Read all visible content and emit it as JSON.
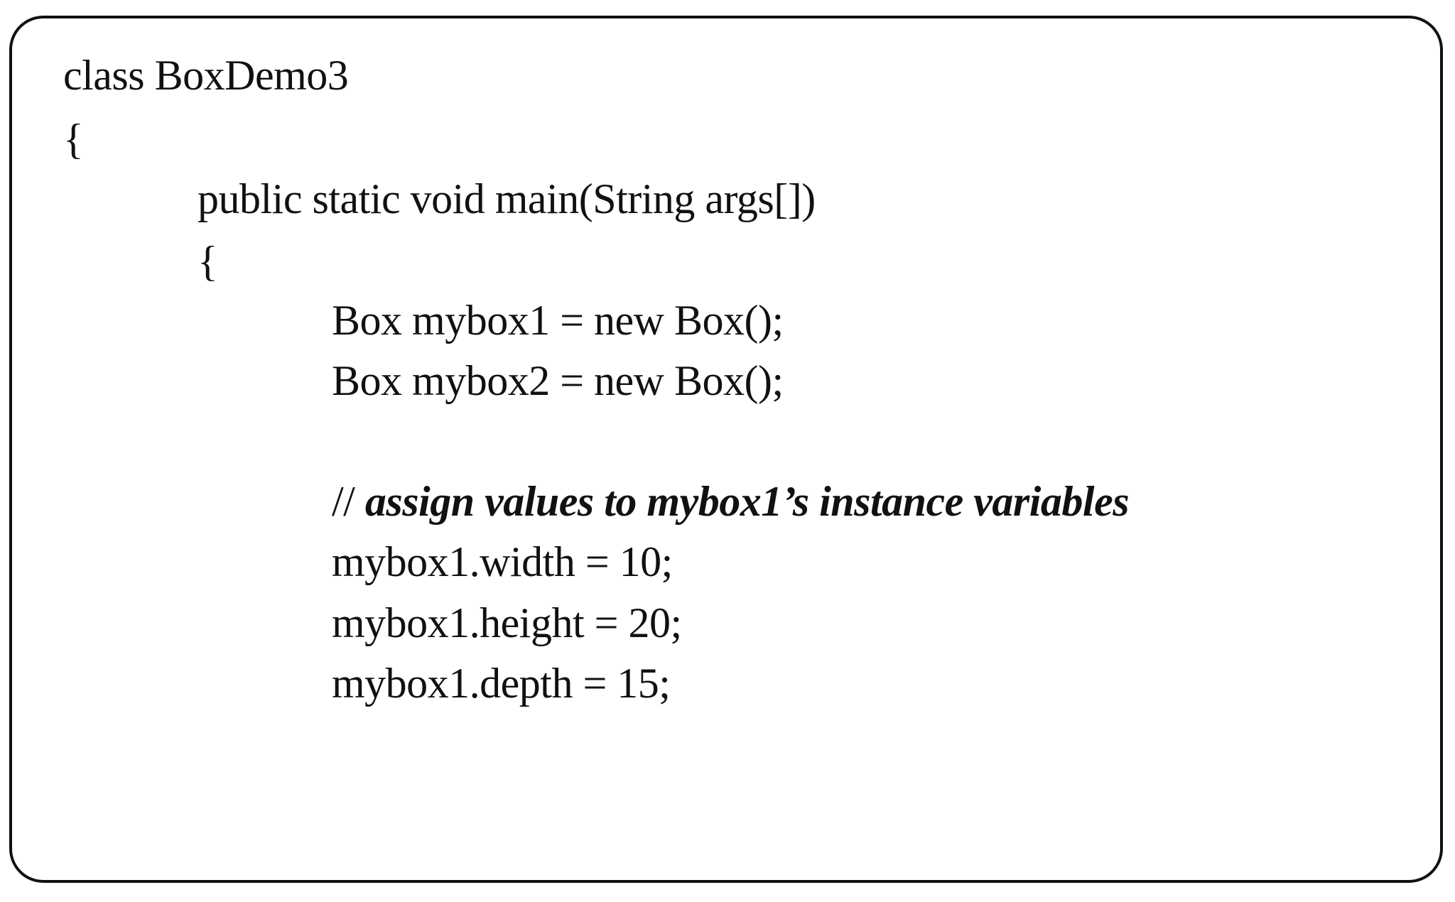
{
  "code": {
    "line1": "class BoxDemo3",
    "line2": "{",
    "line3": "public static void main(String args[])",
    "line4": "{",
    "line5": "Box mybox1 = new Box();",
    "line6": "Box mybox2 = new Box();",
    "comment_prefix": "// ",
    "comment_text": "assign values to mybox1’s instance variables",
    "line8": "mybox1.width = 10;",
    "line9": "mybox1.height = 20;",
    "line10": "mybox1.depth = 15;"
  }
}
